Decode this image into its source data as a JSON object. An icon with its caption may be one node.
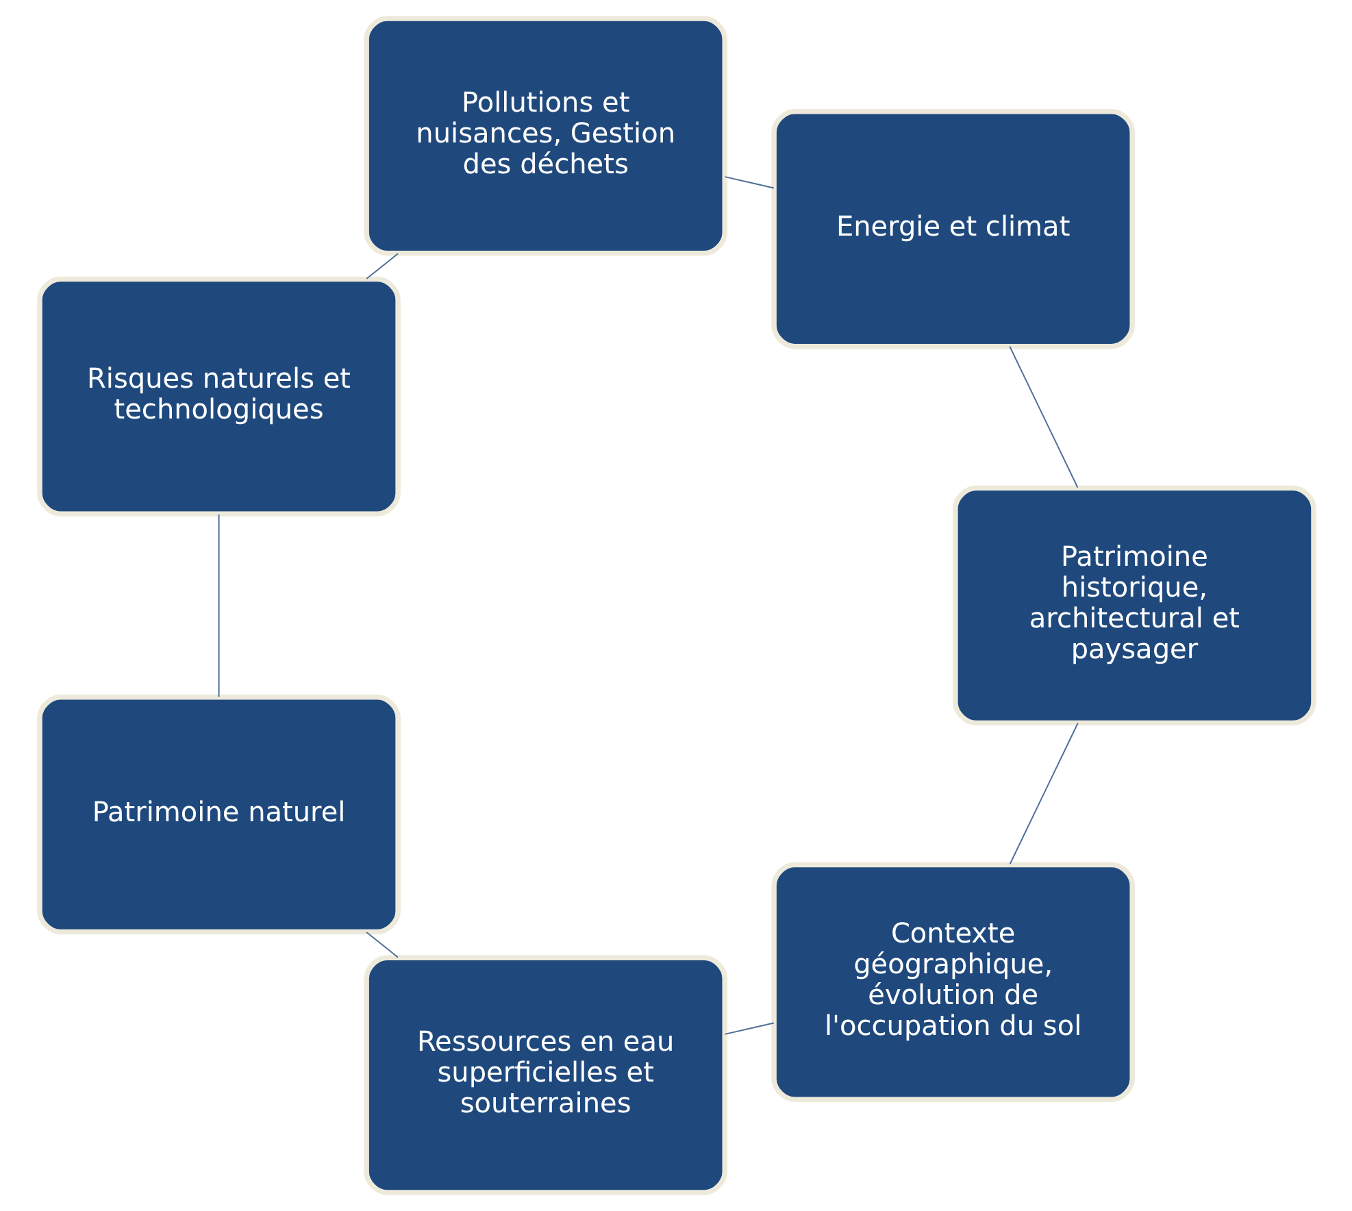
{
  "diagram": {
    "nodes": [
      {
        "text": [
          "Contexte géographique, évolution de l'occupation du sol"
        ]
      },
      {
        "text": [
          "Ressources en eau superficielles et souterraines"
        ]
      },
      {
        "text": [
          "Patrimoine naturel"
        ]
      },
      {
        "text": [
          "Risques naturels et technologiques"
        ]
      },
      {
        "text": [
          "Pollutions et nuisances, Gestion des déchets"
        ]
      },
      {
        "text": [
          "Energie et climat"
        ]
      },
      {
        "text": [
          "Patrimoine historique, architectural et paysager"
        ]
      }
    ],
    "edges": [
      {
        "from": 0,
        "to": 1,
        "arrow": "none"
      },
      {
        "from": 1,
        "to": 2,
        "arrow": "none"
      },
      {
        "from": 2,
        "to": 3,
        "arrow": "none"
      },
      {
        "from": 3,
        "to": 4,
        "arrow": "none"
      },
      {
        "from": 4,
        "to": 5,
        "arrow": "none"
      },
      {
        "from": 5,
        "to": 6,
        "arrow": "none"
      },
      {
        "from": 6,
        "to": 0,
        "arrow": "none"
      }
    ]
  }
}
